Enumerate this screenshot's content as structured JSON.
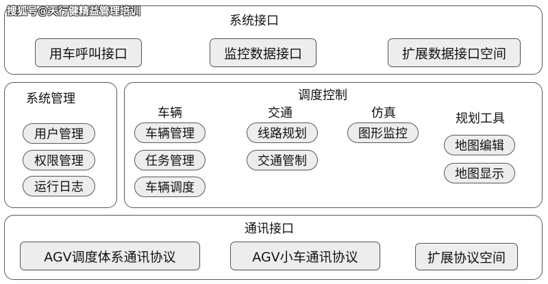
{
  "watermark": "搜狐号@天行健精益管理培训",
  "top": {
    "title": "系统接口",
    "buttons": [
      "用车呼叫接口",
      "监控数据接口",
      "扩展数据接口空间"
    ]
  },
  "left": {
    "title": "系统管理",
    "items": [
      "用户管理",
      "权限管理",
      "运行日志"
    ]
  },
  "dispatch": {
    "title": "调度控制",
    "groups": [
      {
        "title": "车辆",
        "items": [
          "车辆管理",
          "任务管理",
          "车辆调度"
        ]
      },
      {
        "title": "交通",
        "items": [
          "线路规划",
          "交通管制"
        ]
      },
      {
        "title": "仿真",
        "items": [
          "图形监控"
        ]
      },
      {
        "title": "规划工具",
        "items": [
          "地图编辑",
          "地图显示"
        ]
      }
    ]
  },
  "bottom": {
    "title": "通讯接口",
    "buttons": [
      "AGV调度体系通讯协议",
      "AGV小车通讯协议",
      "扩展协议空间"
    ]
  }
}
